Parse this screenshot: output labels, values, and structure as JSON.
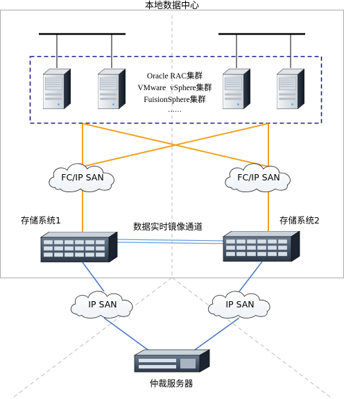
{
  "title": "本地数据中心",
  "cluster_text": [
    "Oracle RAC集群",
    "VMware  vSphere集群",
    "FuisionSphere集群",
    "……"
  ],
  "san_top_left": "FC/IP SAN",
  "san_top_right": "FC/IP SAN",
  "storage1_label": "存储系统1",
  "storage2_label": "存储系统2",
  "mirror_label": "数据实时镜像通道",
  "san_bottom_left": "IP SAN",
  "san_bottom_right": "IP SAN",
  "arbiter_label": "仲裁服务器",
  "colors": {
    "cluster_box_border": "#1a1a8c",
    "fc_link": "#f0a020",
    "ip_link": "#4a78c8",
    "mirror_link": "#6a9ad8",
    "frame": "#aaaaaa",
    "dashed_guide": "#bbbbbb"
  }
}
